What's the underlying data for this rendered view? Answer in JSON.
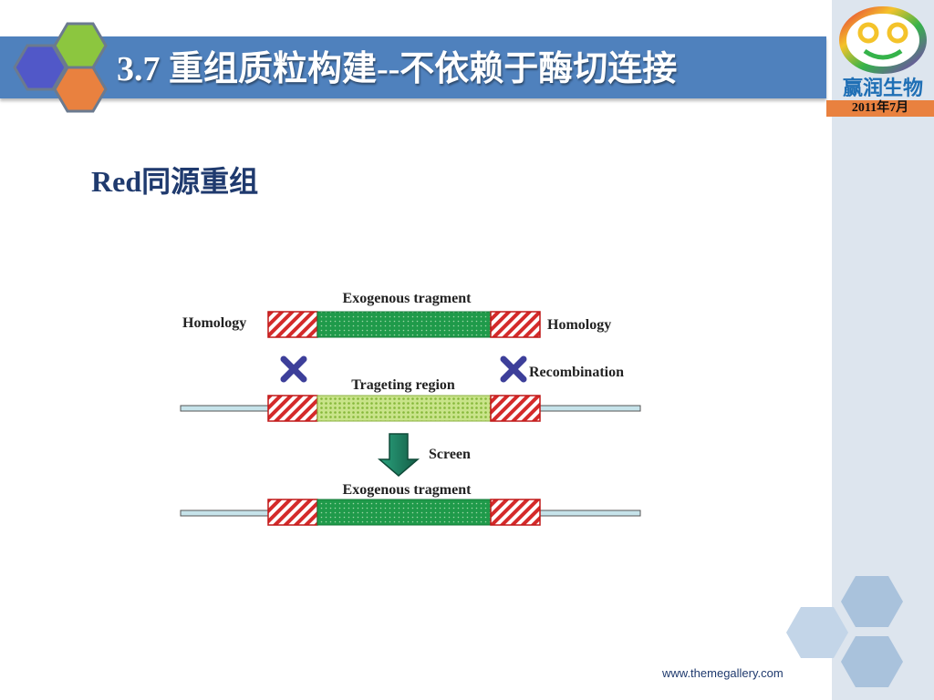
{
  "header": {
    "title": "3.7 重组质粒构建--不依赖于酶切连接"
  },
  "brand": {
    "logo_text": "赢润生物",
    "date": "2011年7月"
  },
  "content": {
    "subheading": "Red同源重组"
  },
  "diagram": {
    "label_exogenous_top": "Exogenous tragment",
    "label_homology_left": "Homology",
    "label_homology_right": "Homology",
    "label_recombination": "Recombination",
    "label_targeting": "Trageting region",
    "label_screen": "Screen",
    "label_exogenous_bottom": "Exogenous tragment"
  },
  "footer": {
    "url": "www.themegallery.com"
  },
  "colors": {
    "title_bar": "#4f81bd",
    "right_panel": "#dde5ee",
    "accent_orange": "#e9813f",
    "hex_green": "#8cc63f",
    "hex_blue": "#5158c8",
    "hatch_red": "#d42a2a",
    "fragment_green": "#1f9a4a",
    "targeting_green": "#b5d96a",
    "arrow_teal": "#1f8a6a"
  }
}
